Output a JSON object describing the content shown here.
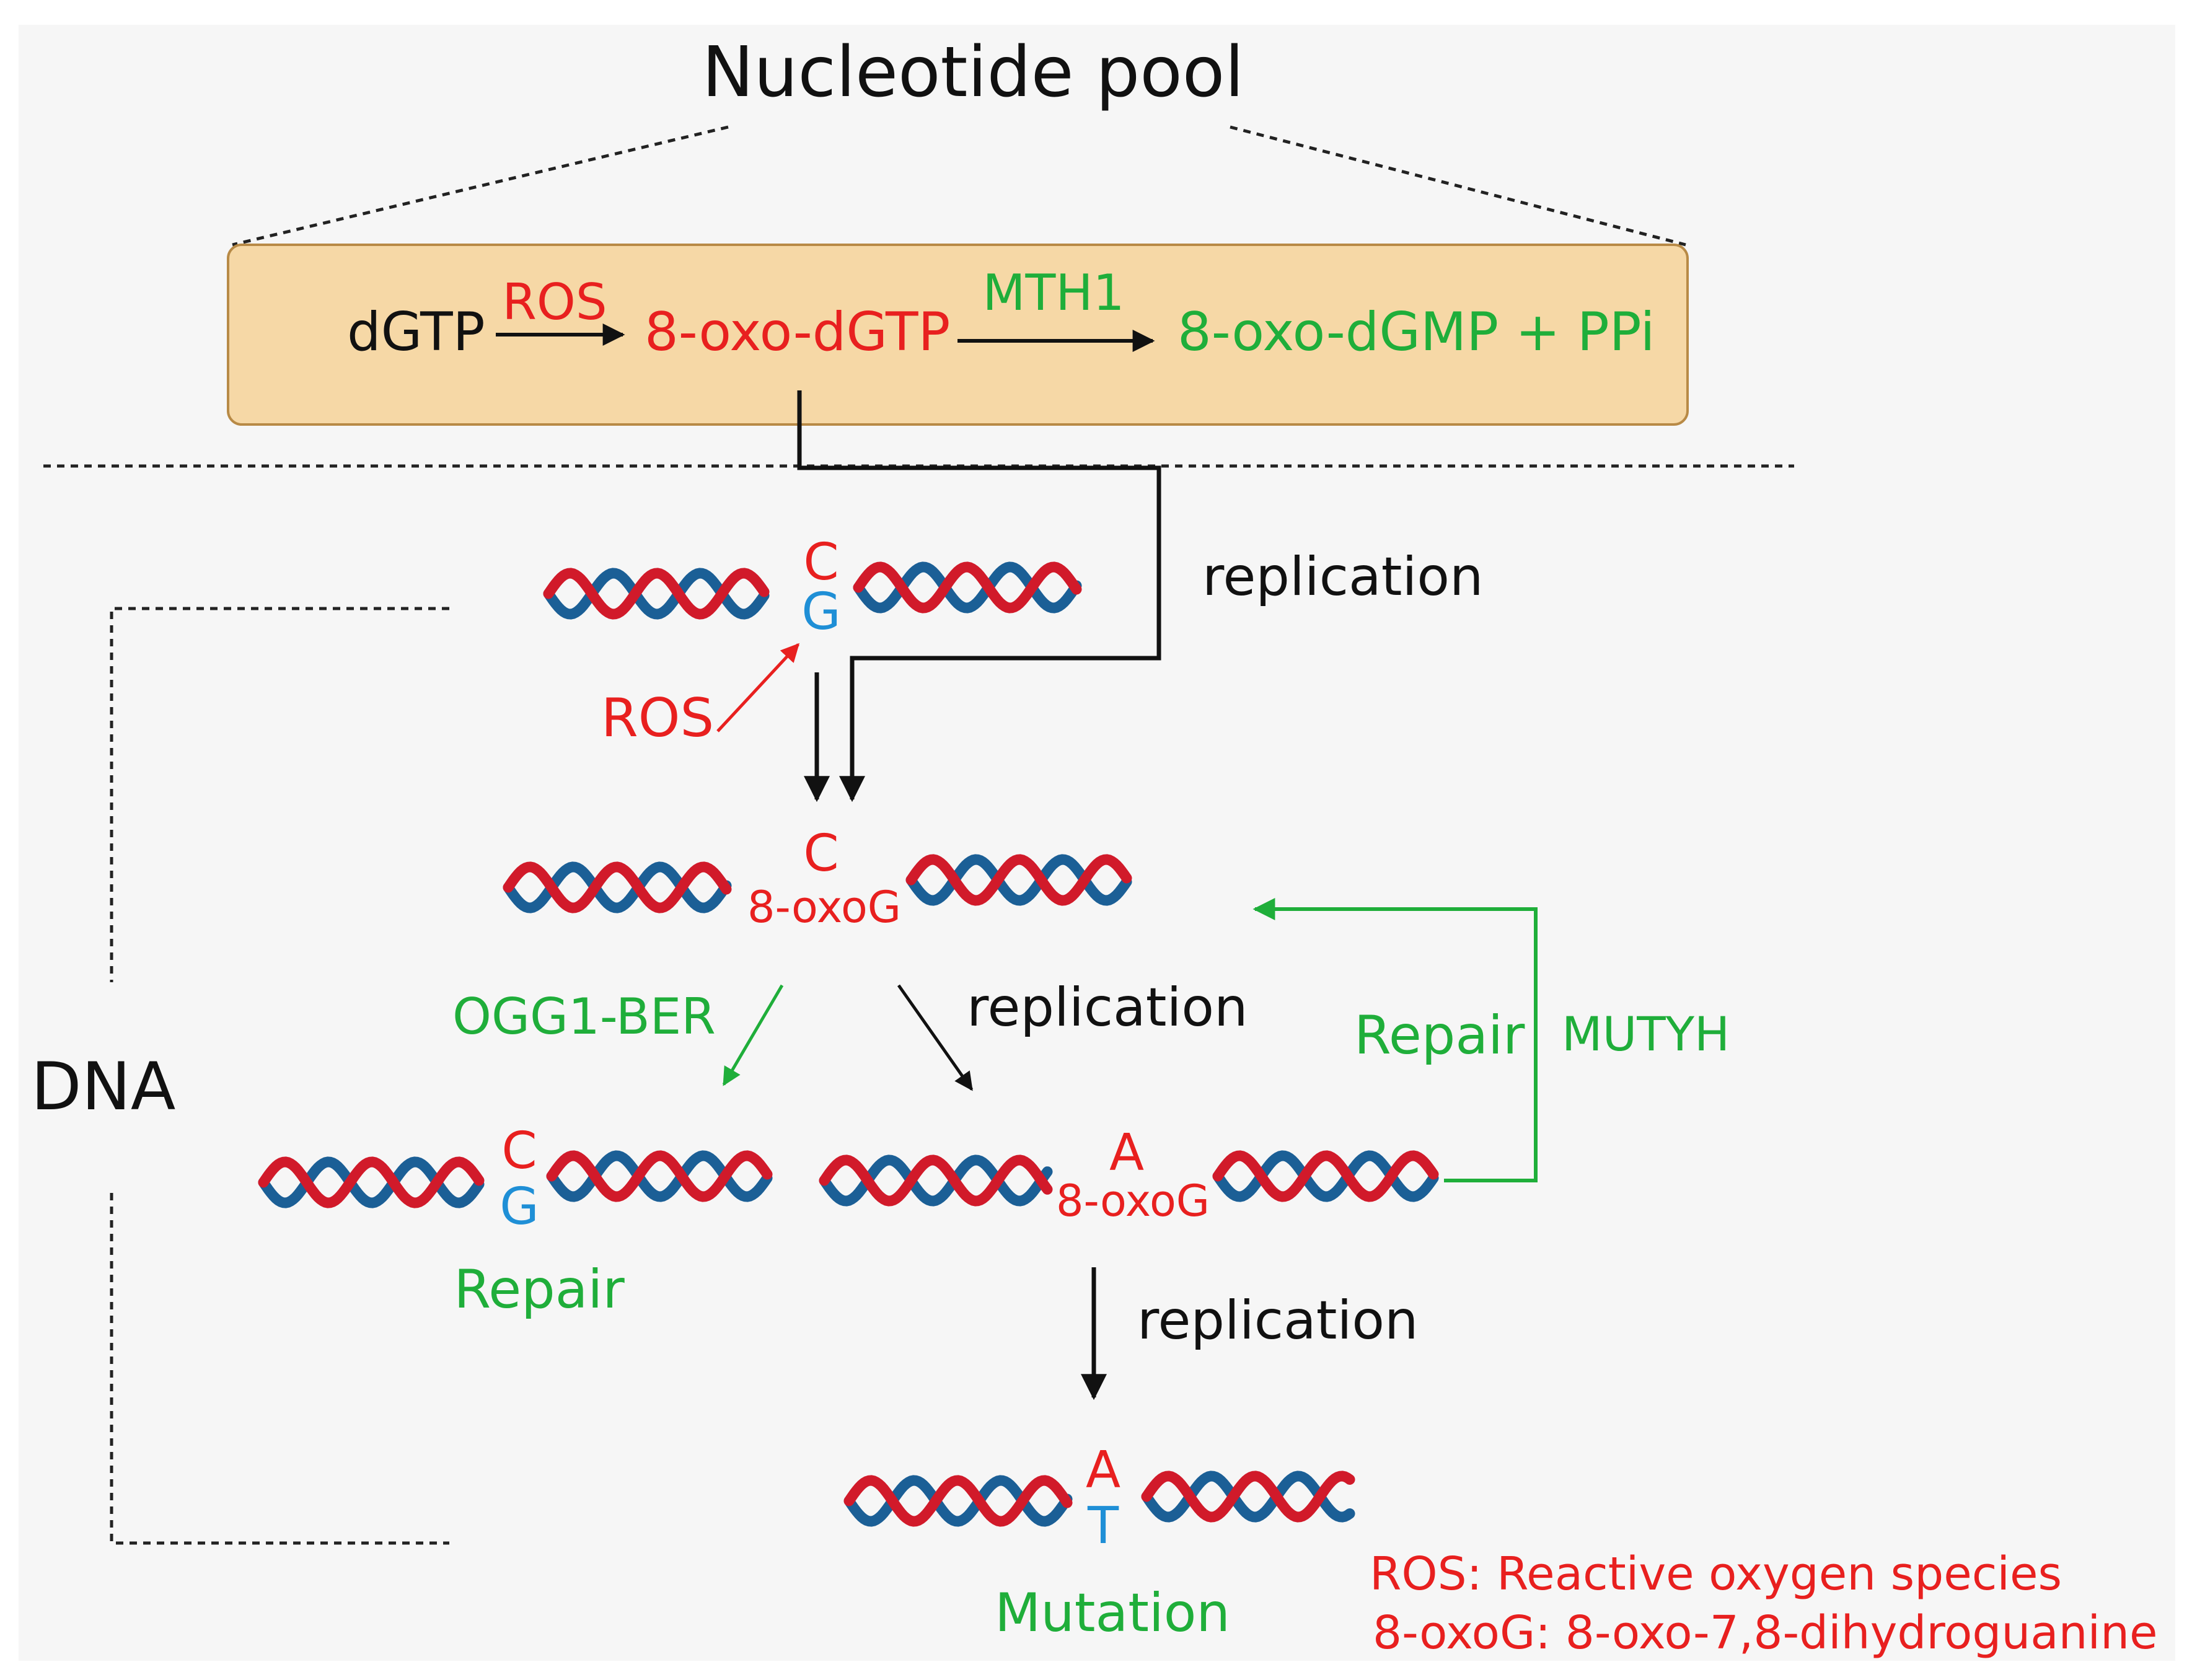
{
  "colors": {
    "red": "#e8201f",
    "green": "#1fae3a",
    "blue": "#1f8fd6",
    "black": "#111111",
    "box_fill": "#f6d8a6",
    "box_stroke": "#b88a46",
    "strand_red": "#d11a2a",
    "strand_blue": "#1b5f96",
    "background": "#ffffff",
    "panel": "#f6f6f6"
  },
  "title": "Nucleotide pool",
  "pool": {
    "dgtp": "dGTP",
    "ros": "ROS",
    "oxo_dgtp": "8-oxo-dGTP",
    "mth1": "MTH1",
    "products": "8-oxo-dGMP + PPi"
  },
  "dna_label": "DNA",
  "pair_top": {
    "upper": "C",
    "lower": "G"
  },
  "ros_damage": "ROS",
  "pair_mid": {
    "upper": "C",
    "lower": "8-oxoG"
  },
  "ogg1": "OGG1-BER",
  "replication_labels": [
    "replication",
    "replication",
    "replication"
  ],
  "pair_repaired": {
    "upper": "C",
    "lower": "G"
  },
  "repair_left": "Repair",
  "pair_mismatch": {
    "upper": "A",
    "lower": "8-oxoG"
  },
  "repair_right": "Repair",
  "mutyh": "MUTYH",
  "pair_mutation": {
    "upper": "A",
    "lower": "T"
  },
  "mutation": "Mutation",
  "legend": [
    "ROS:  Reactive oxygen species",
    "8-oxoG: 8-oxo-7,8-dihydroguanine"
  ]
}
